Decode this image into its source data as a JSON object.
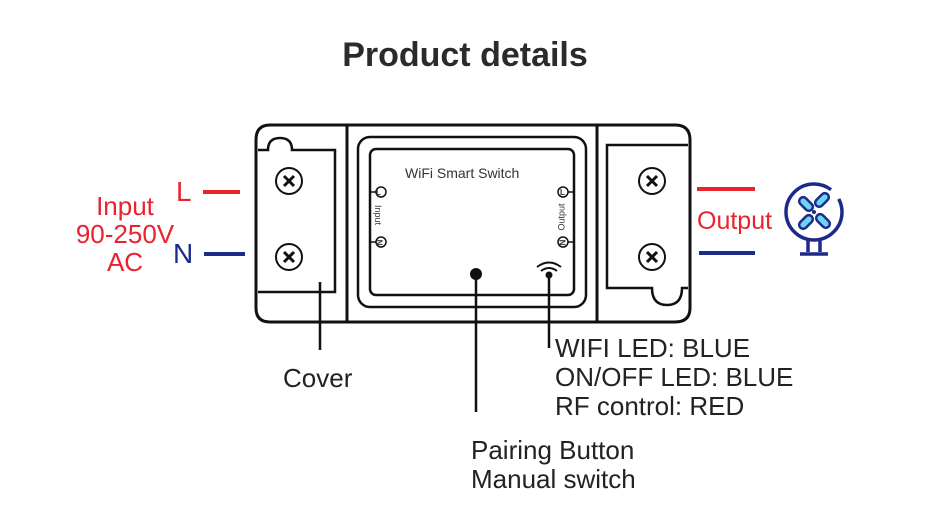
{
  "title": "Product details",
  "device": {
    "name": "WiFi Smart Switch",
    "input_side_label": "Input",
    "output_side_label": "Output",
    "terminal_L": "L",
    "terminal_N": "N"
  },
  "input": {
    "label_line1": "Input",
    "label_line2": "90-250V",
    "label_line3": "AC",
    "line_L": "L",
    "line_N": "N"
  },
  "output": {
    "label": "Output",
    "load_icon": "fan-icon"
  },
  "callouts": {
    "cover": "Cover",
    "pairing_line1": "Pairing Button",
    "pairing_line2": "Manual switch",
    "led_line1": "WIFI LED: BLUE",
    "led_line2": "ON/OFF LED: BLUE",
    "led_line3": "RF control: RED"
  },
  "colors": {
    "live_wire": "#e8232d",
    "neutral_wire": "#1c2a8a",
    "fan_fill": "#6fd3f2"
  }
}
